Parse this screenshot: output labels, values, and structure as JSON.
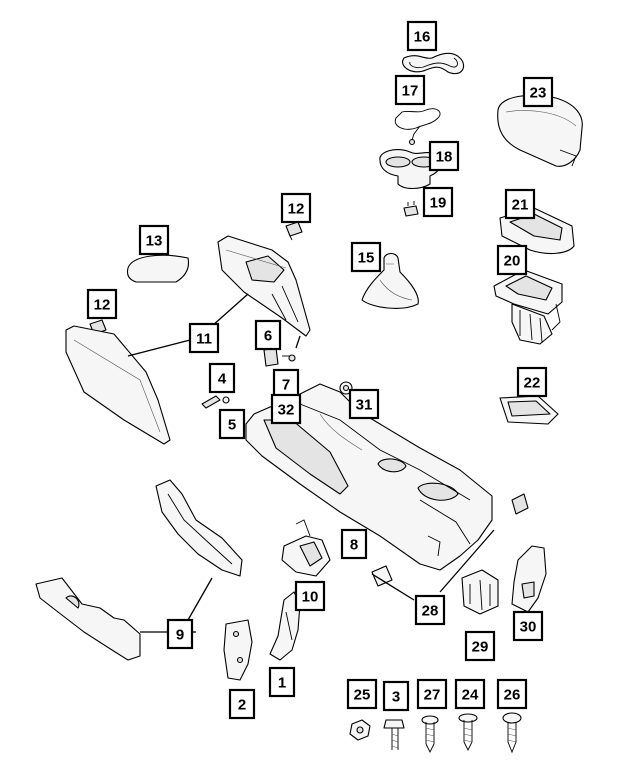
{
  "callouts": [
    {
      "id": "c16",
      "label": "16"
    },
    {
      "id": "c17",
      "label": "17"
    },
    {
      "id": "c18",
      "label": "18"
    },
    {
      "id": "c19",
      "label": "19"
    },
    {
      "id": "c23",
      "label": "23"
    },
    {
      "id": "c21",
      "label": "21"
    },
    {
      "id": "c20",
      "label": "20"
    },
    {
      "id": "c22",
      "label": "22"
    },
    {
      "id": "c12a",
      "label": "12"
    },
    {
      "id": "c12b",
      "label": "12"
    },
    {
      "id": "c13",
      "label": "13"
    },
    {
      "id": "c15",
      "label": "15"
    },
    {
      "id": "c11",
      "label": "11"
    },
    {
      "id": "c6",
      "label": "6"
    },
    {
      "id": "c7",
      "label": "7"
    },
    {
      "id": "c32",
      "label": "32"
    },
    {
      "id": "c31",
      "label": "31"
    },
    {
      "id": "c4",
      "label": "4"
    },
    {
      "id": "c5",
      "label": "5"
    },
    {
      "id": "c8",
      "label": "8"
    },
    {
      "id": "c10",
      "label": "10"
    },
    {
      "id": "c28",
      "label": "28"
    },
    {
      "id": "c29",
      "label": "29"
    },
    {
      "id": "c30",
      "label": "30"
    },
    {
      "id": "c9",
      "label": "9"
    },
    {
      "id": "c1",
      "label": "1"
    },
    {
      "id": "c2",
      "label": "2"
    },
    {
      "id": "c25",
      "label": "25"
    },
    {
      "id": "c3",
      "label": "3"
    },
    {
      "id": "c27",
      "label": "27"
    },
    {
      "id": "c24",
      "label": "24"
    },
    {
      "id": "c26",
      "label": "26"
    }
  ]
}
